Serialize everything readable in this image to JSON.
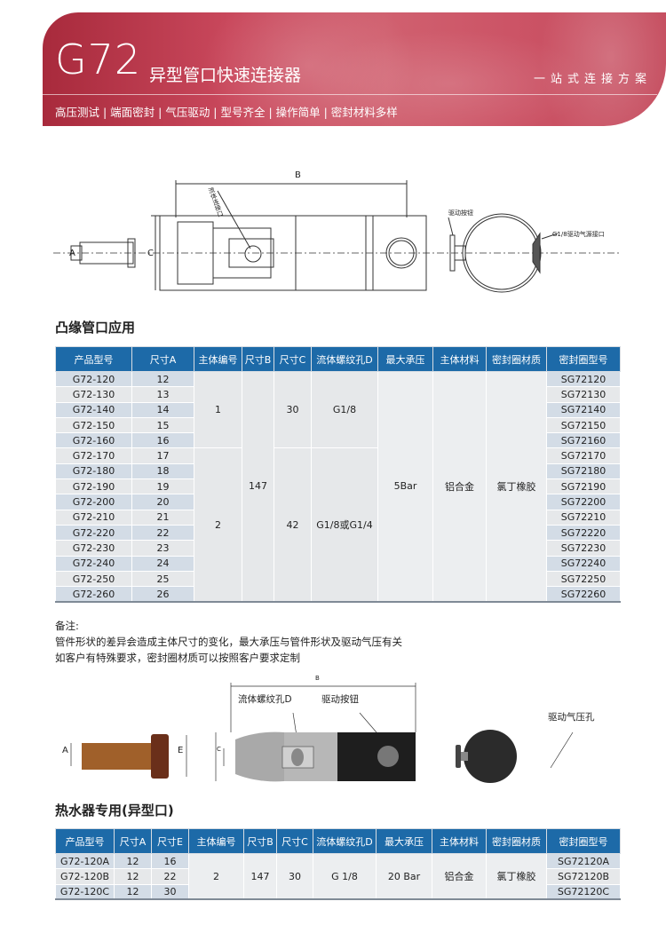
{
  "banner": {
    "model": "G72",
    "title": "异型管口快速连接器",
    "slogan": "一站式连接方案",
    "features": "高压测试 | 端面密封 | 气压驱动 |  型号齐全 | 操作简单 | 密封材料多样",
    "colors": {
      "banner": "#c9485c",
      "table_header": "#1d6aa8"
    }
  },
  "drawing1": {
    "dim_b": "B",
    "dim_a": "A",
    "dim_c": "C",
    "label_fluid": "流体连接口",
    "label_button": "驱动按钮",
    "label_port": "G1/8驱动气源接口"
  },
  "section1": {
    "title": "凸缘管口应用",
    "headers": [
      "产品型号",
      "尺寸A",
      "主体编号",
      "尺寸B",
      "尺寸C",
      "流体螺纹孔D",
      "最大承压",
      "主体材料",
      "密封圈材质",
      "密封圈型号"
    ],
    "rows": [
      [
        "G72-120",
        "12",
        "SG72120"
      ],
      [
        "G72-130",
        "13",
        "SG72130"
      ],
      [
        "G72-140",
        "14",
        "SG72140"
      ],
      [
        "G72-150",
        "15",
        "SG72150"
      ],
      [
        "G72-160",
        "16",
        "SG72160"
      ],
      [
        "G72-170",
        "17",
        "SG72170"
      ],
      [
        "G72-180",
        "18",
        "SG72180"
      ],
      [
        "G72-190",
        "19",
        "SG72190"
      ],
      [
        "G72-200",
        "20",
        "SG72200"
      ],
      [
        "G72-210",
        "21",
        "SG72210"
      ],
      [
        "G72-220",
        "22",
        "SG72220"
      ],
      [
        "G72-230",
        "23",
        "SG72230"
      ],
      [
        "G72-240",
        "24",
        "SG72240"
      ],
      [
        "G72-250",
        "25",
        "SG72250"
      ],
      [
        "G72-260",
        "26",
        "SG72260"
      ]
    ],
    "groups": [
      {
        "body_no": "1",
        "size_c": "30",
        "thread_d": "G1/8"
      },
      {
        "body_no": "2",
        "size_c": "42",
        "thread_d": "G1/8或G1/4"
      }
    ],
    "size_b": "147",
    "max_pressure": "5Bar",
    "body_material": "铝合金",
    "seal_material": "氯丁橡胶"
  },
  "notes": {
    "title": "备注:",
    "line1": "管件形状的差异会造成主体尺寸的变化，最大承压与管件形状及驱动气压有关",
    "line2": "如客户有特殊要求，密封圈材质可以按照客户要求定制"
  },
  "drawing2": {
    "dim_b": "B",
    "dim_a": "A",
    "dim_e": "E",
    "dim_c": "C",
    "label_thread": "流体螺纹孔D",
    "label_button": "驱动按钮",
    "label_air": "驱动气压孔"
  },
  "section2": {
    "title": "热水器专用(异型口)",
    "headers": [
      "产品型号",
      "尺寸A",
      "尺寸E",
      "主体编号",
      "尺寸B",
      "尺寸C",
      "流体螺纹孔D",
      "最大承压",
      "主体材料",
      "密封圈材质",
      "密封圈型号"
    ],
    "rows": [
      [
        "G72-120A",
        "12",
        "16",
        "SG72120A"
      ],
      [
        "G72-120B",
        "12",
        "22",
        "SG72120B"
      ],
      [
        "G72-120C",
        "12",
        "30",
        "SG72120C"
      ]
    ],
    "body_no": "2",
    "size_b": "147",
    "size_c": "30",
    "thread_d": "G 1/8",
    "max_pressure": "20 Bar",
    "body_material": "铝合金",
    "seal_material": "氯丁橡胶"
  }
}
